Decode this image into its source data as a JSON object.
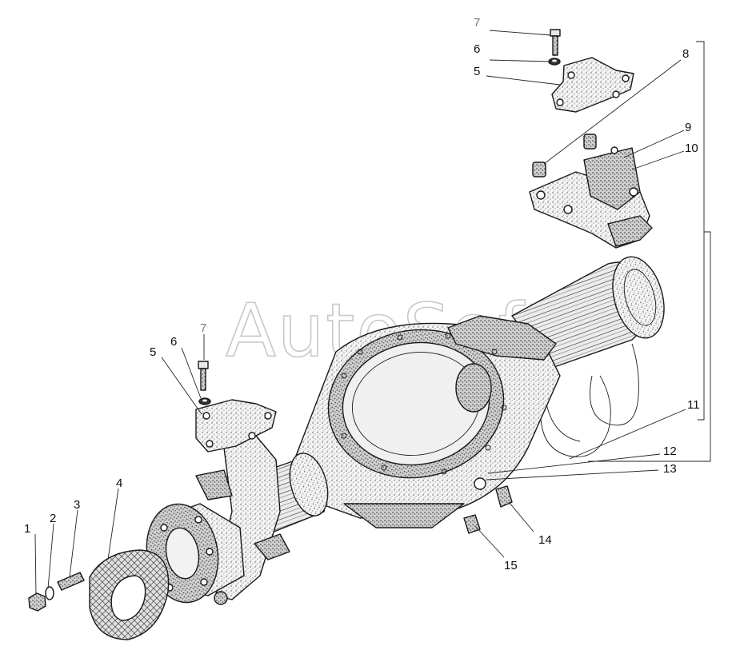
{
  "watermark": "AutoSoft",
  "callouts": [
    {
      "id": "c1",
      "label": "1"
    },
    {
      "id": "c2",
      "label": "2"
    },
    {
      "id": "c3",
      "label": "3"
    },
    {
      "id": "c4",
      "label": "4"
    },
    {
      "id": "c5a",
      "label": "5"
    },
    {
      "id": "c6a",
      "label": "6"
    },
    {
      "id": "c7a",
      "label": "7"
    },
    {
      "id": "c5b",
      "label": "5"
    },
    {
      "id": "c6b",
      "label": "6"
    },
    {
      "id": "c7b",
      "label": "7"
    },
    {
      "id": "c8",
      "label": "8"
    },
    {
      "id": "c9",
      "label": "9"
    },
    {
      "id": "c10",
      "label": "10"
    },
    {
      "id": "c11",
      "label": "11"
    },
    {
      "id": "c12",
      "label": "12"
    },
    {
      "id": "c13",
      "label": "13"
    },
    {
      "id": "c14",
      "label": "14"
    },
    {
      "id": "c15",
      "label": "15"
    }
  ]
}
